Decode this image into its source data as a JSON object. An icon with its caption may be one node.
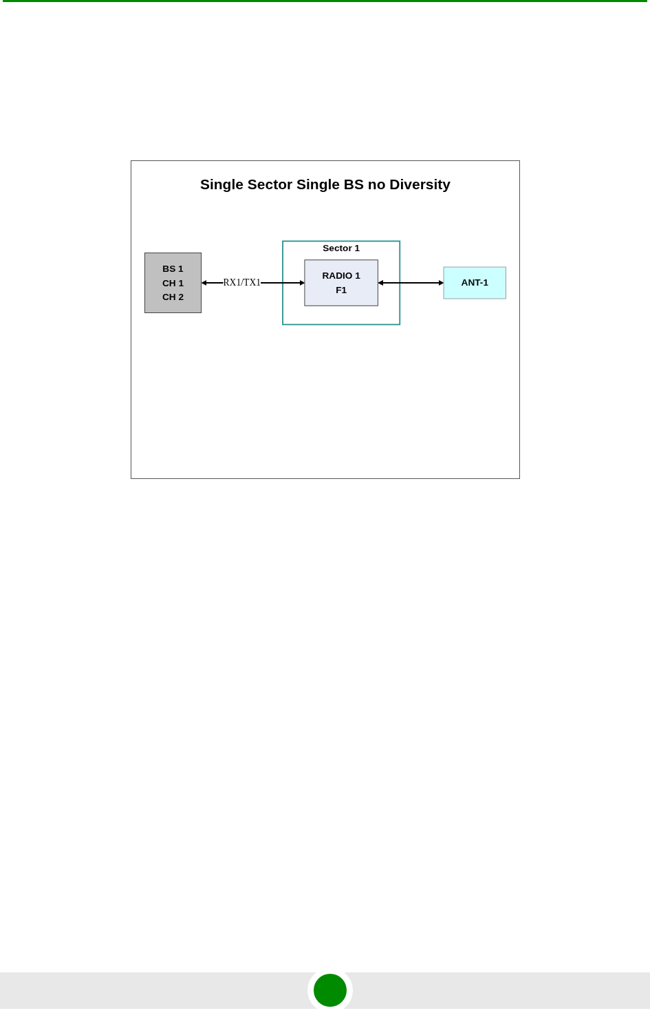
{
  "diagram": {
    "title": "Single Sector Single BS no Diversity",
    "nodes": [
      {
        "text": [
          "BS 1",
          "CH 1",
          "CH 2"
        ]
      },
      {
        "text": [
          "Sector 1"
        ]
      },
      {
        "text": [
          "RADIO 1",
          "F1"
        ],
        "in": 1
      },
      {
        "text": [
          "ANT-1"
        ]
      }
    ],
    "edges": [
      {
        "from": 0,
        "to": 2,
        "arrow": "both",
        "label": "RX1/TX1"
      },
      {
        "from": 2,
        "to": 3,
        "arrow": "both"
      }
    ]
  }
}
